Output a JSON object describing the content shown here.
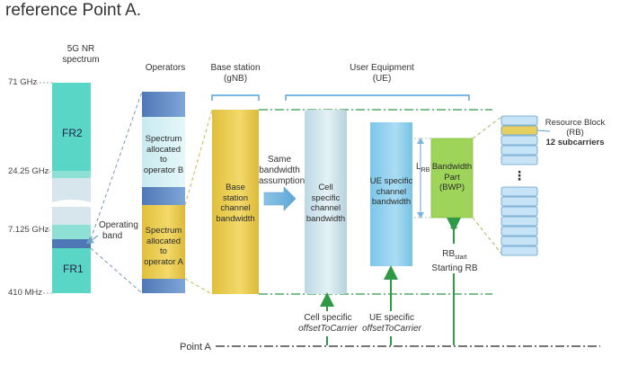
{
  "title": "reference Point A.",
  "headers": {
    "spectrum": [
      "5G NR",
      "spectrum"
    ],
    "operators": "Operators",
    "base_station": [
      "Base station",
      "(gNB)"
    ],
    "ue": [
      "User Equipment",
      "(UE)"
    ]
  },
  "frequencies": [
    "71 GHz",
    "24.25 GHz",
    "7.125 GHz",
    "410 MHz"
  ],
  "bands": {
    "fr2": "FR2",
    "fr1": "FR1"
  },
  "operating_band": [
    "Operating",
    "band"
  ],
  "operator_b": [
    "Spectrum",
    "allocated to",
    "operator B"
  ],
  "operator_a": [
    "Spectrum",
    "allocated to",
    "operator A"
  ],
  "bs_bandwidth": [
    "Base",
    "station",
    "channel",
    "bandwidth"
  ],
  "assumption": [
    "Same",
    "bandwidth",
    "assumption"
  ],
  "cell_bandwidth": [
    "Cell",
    "specific",
    "channel",
    "bandwidth"
  ],
  "ue_bandwidth": [
    "UE specific",
    "channel",
    "bandwidth"
  ],
  "lrb": {
    "main": "L",
    "sub": "RB"
  },
  "bwp": [
    "Bandwidth",
    "Part",
    "(BWP)"
  ],
  "resource_block": [
    "Resource Block",
    "(RB)",
    "12 subcarriers"
  ],
  "rb_dots": "⋮",
  "cell_offset": [
    "Cell specific",
    "offsetToCarrier"
  ],
  "ue_offset": [
    "UE specific",
    "offsetToCarrier"
  ],
  "rb_start": {
    "main": "RB",
    "sub": "start",
    "line2": "Starting RB"
  },
  "point_a": "Point A",
  "colors": {
    "teal": "#59d6c6",
    "teal_light": "#9be7dc",
    "gold": "#e9c94a",
    "blue_op": "#5b83c0",
    "light_cyan": "#d9f3f5",
    "ue_blue": "#8fd0ec",
    "bwp_green": "#9fd45a",
    "green_line": "#2e9a46",
    "rb_blue": "#c6e4f5"
  }
}
